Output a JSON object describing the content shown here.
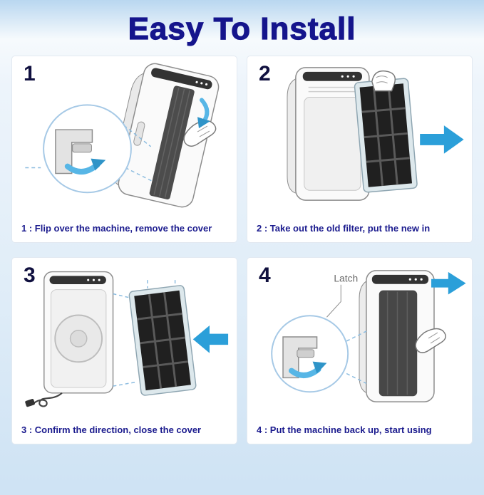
{
  "title": "Easy To Install",
  "colors": {
    "accent_navy": "#15158c",
    "arrow_blue": "#2b9fd9",
    "curve_arrow_blue": "#57b6e6",
    "dashed_blue": "#8bbce0",
    "panel_bg": "#ffffff",
    "background_top": "#b9d7f0"
  },
  "steps": [
    {
      "number": "1",
      "caption": "1 : Flip over the machine, remove the cover"
    },
    {
      "number": "2",
      "caption": "2 : Take out the old filter, put the new in"
    },
    {
      "number": "3",
      "caption": "3 : Confirm the direction, close the cover"
    },
    {
      "number": "4",
      "caption": "4 : Put the machine back up, start using",
      "latch_label": "Latch"
    }
  ]
}
